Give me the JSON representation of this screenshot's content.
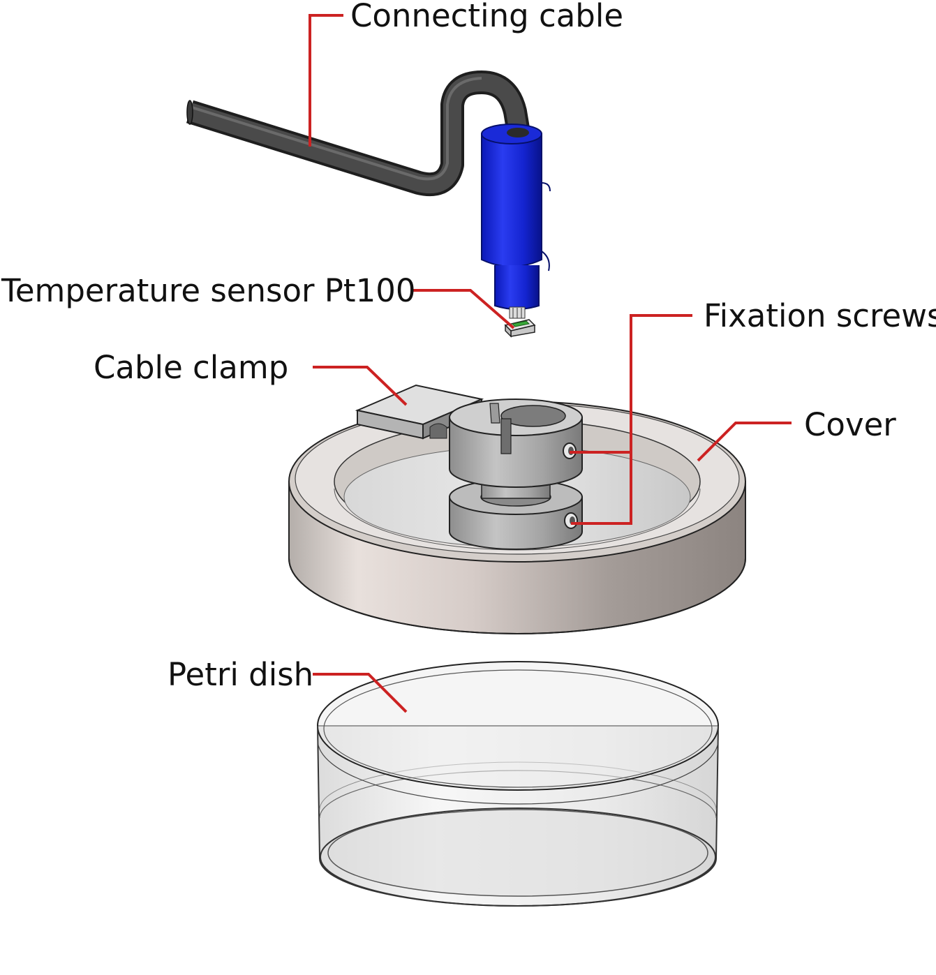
{
  "labels": {
    "connecting_cable": "Connecting cable",
    "temperature_sensor": "Temperature sensor Pt100",
    "fixation_screws": "Fixation screws",
    "cable_clamp": "Cable clamp",
    "cover": "Cover",
    "petri_dish": "Petri dish"
  },
  "colors": {
    "leader_line": "#cc2222",
    "sensor_body": "#1a28d8",
    "cable": "#3a3a3a",
    "clamp_metal": "#a8a8a8",
    "cover_ring": "#d8d0cc"
  }
}
